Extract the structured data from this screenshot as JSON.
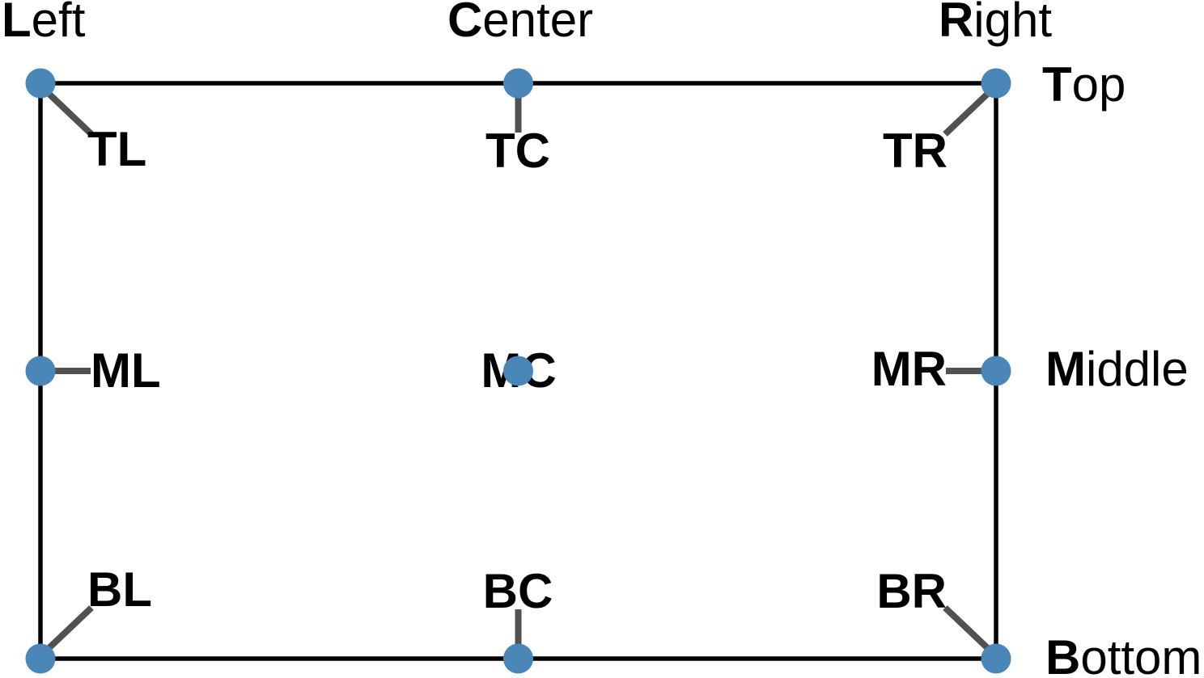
{
  "diagram": {
    "column_labels": [
      {
        "id": "left",
        "bold": "L",
        "rest": "eft"
      },
      {
        "id": "center",
        "bold": "C",
        "rest": "enter"
      },
      {
        "id": "right",
        "bold": "R",
        "rest": "ight"
      }
    ],
    "row_labels": [
      {
        "id": "top",
        "bold": "T",
        "rest": "op"
      },
      {
        "id": "middle",
        "bold": "M",
        "rest": "iddle"
      },
      {
        "id": "bottom",
        "bold": "B",
        "rest": "ottom"
      }
    ],
    "anchor_labels": {
      "tl": "TL",
      "tc": "TC",
      "tr": "TR",
      "ml": "ML",
      "mc": "MC",
      "mr": "MR",
      "bl": "BL",
      "bc": "BC",
      "br": "BR"
    },
    "colors": {
      "point": "#4a86b8",
      "connector": "#515151",
      "frame": "#000000",
      "text": "#000000"
    }
  }
}
